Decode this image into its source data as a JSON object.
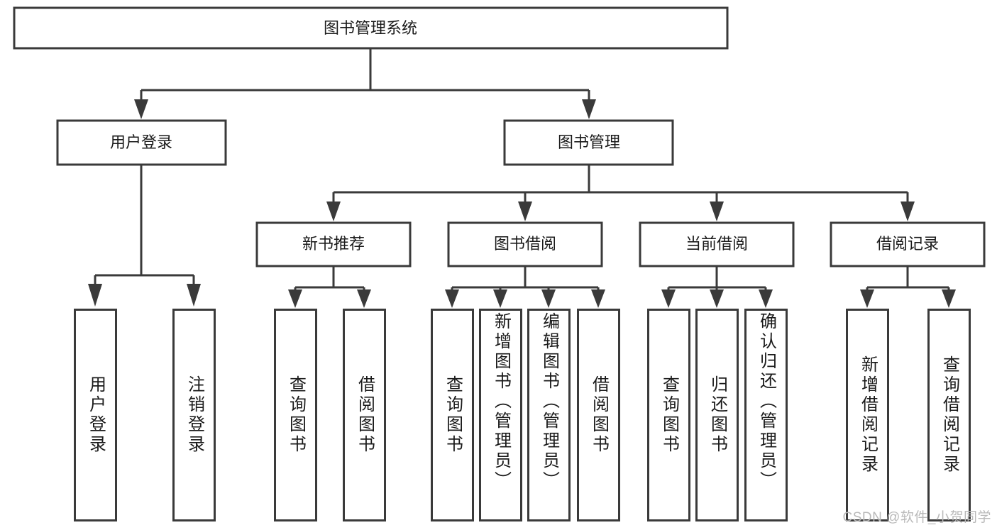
{
  "diagram": {
    "type": "tree-hierarchy",
    "title": "图书管理系统 功能结构图",
    "colors": {
      "box_border": "#3a3a3a",
      "box_fill": "#ffffff",
      "line": "#3a3a3a",
      "text": "#1a1a1a",
      "watermark": "#b9b9b9"
    },
    "root": {
      "label": "图书管理系统"
    },
    "level2": [
      {
        "label": "用户登录"
      },
      {
        "label": "图书管理"
      }
    ],
    "level3": [
      {
        "label": "新书推荐"
      },
      {
        "label": "图书借阅"
      },
      {
        "label": "当前借阅"
      },
      {
        "label": "借阅记录"
      }
    ],
    "leaves": {
      "user_login": [
        {
          "label": "用户登录"
        },
        {
          "label": "注销登录"
        }
      ],
      "new_book_rec": [
        {
          "label": "查询图书"
        },
        {
          "label": "借阅图书"
        }
      ],
      "book_borrow": [
        {
          "label": "查询图书"
        },
        {
          "label": "新增图书（管理员）"
        },
        {
          "label": "编辑图书（管理员）"
        },
        {
          "label": "借阅图书"
        }
      ],
      "current_borrow": [
        {
          "label": "查询图书"
        },
        {
          "label": "归还图书"
        },
        {
          "label": "确认归还（管理员）"
        }
      ],
      "borrow_record": [
        {
          "label": "新增借阅记录"
        },
        {
          "label": "查询借阅记录"
        }
      ]
    }
  },
  "watermark": {
    "text": "CSDN @软件_小贺同学"
  }
}
